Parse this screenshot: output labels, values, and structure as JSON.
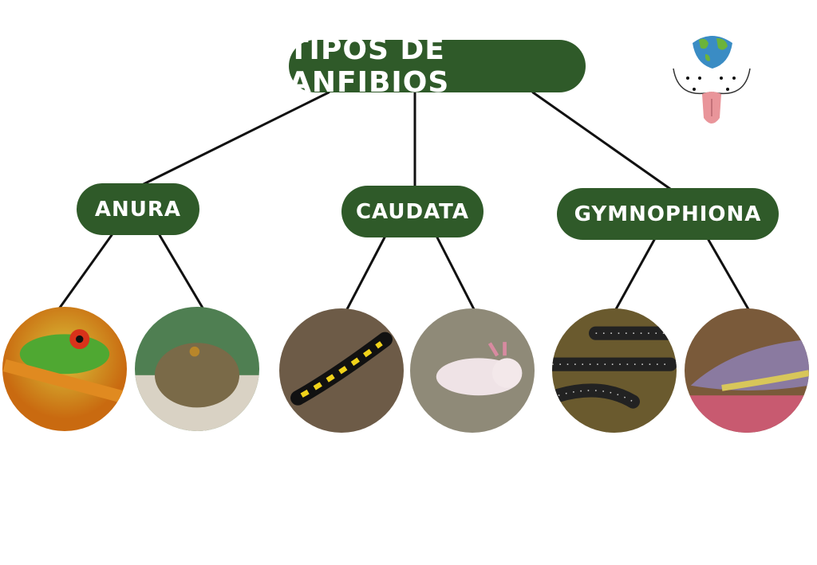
{
  "title": "TIPOS DE ANFIBIOS",
  "logo": {
    "icon": "globe-dog-face-logo"
  },
  "groups": [
    {
      "label": "ANURA",
      "photos": [
        "red-eyed-tree-frog",
        "common-toad"
      ]
    },
    {
      "label": "CAUDATA",
      "photos": [
        "fire-salamander",
        "axolotl"
      ]
    },
    {
      "label": "GYMNOPHIONA",
      "photos": [
        "ringed-caecilian",
        "caecilian"
      ]
    }
  ],
  "colors": {
    "node_fill": "#2f5a29",
    "node_text": "#ffffff",
    "connector": "#111111"
  }
}
